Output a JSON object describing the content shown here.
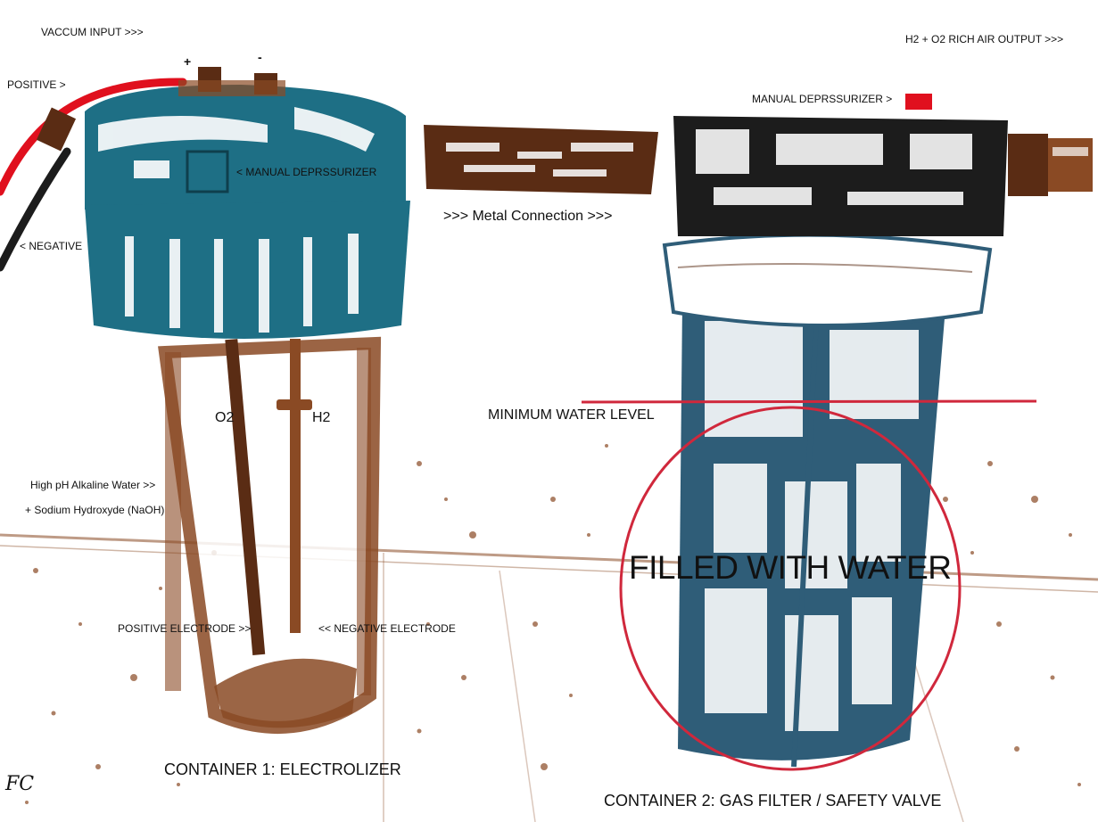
{
  "labels": {
    "vacuum_input": "VACCUM INPUT >>>",
    "positive": "POSITIVE >",
    "negative": "< NEGATIVE",
    "plus_terminal": "+",
    "minus_terminal": "-",
    "manual_depressurizer_left": "< MANUAL DEPRSSURIZER",
    "manual_depressurizer_right": "MANUAL DEPRSSURIZER >",
    "gas_output": "H2 + O2 RICH AIR OUTPUT >>>",
    "metal_connection": ">>> Metal Connection >>>",
    "o2": "O2",
    "h2": "H2",
    "min_water_level": "MINIMUM WATER LEVEL",
    "alkaline_water": "High pH Alkaline Water >>",
    "sodium_hydroxide": "+ Sodium Hydroxyde (NaOH)",
    "positive_electrode": "POSITIVE ELECTRODE >>",
    "negative_electrode": "<< NEGATIVE ELECTRODE",
    "filled_with_water": "FILLED WITH WATER",
    "container1": "CONTAINER 1: ELECTROLIZER",
    "container2": "CONTAINER 2: GAS FILTER / SAFETY VALVE",
    "signature": "FC"
  },
  "colors": {
    "teal_cap": "#1e6f85",
    "rust": "#8a4a24",
    "dark_rust": "#5a2c14",
    "filter_blue": "#2f5d78",
    "black_cap": "#1c1c1c",
    "red_wire": "#e0101e",
    "annotation_red": "#d0283c"
  }
}
